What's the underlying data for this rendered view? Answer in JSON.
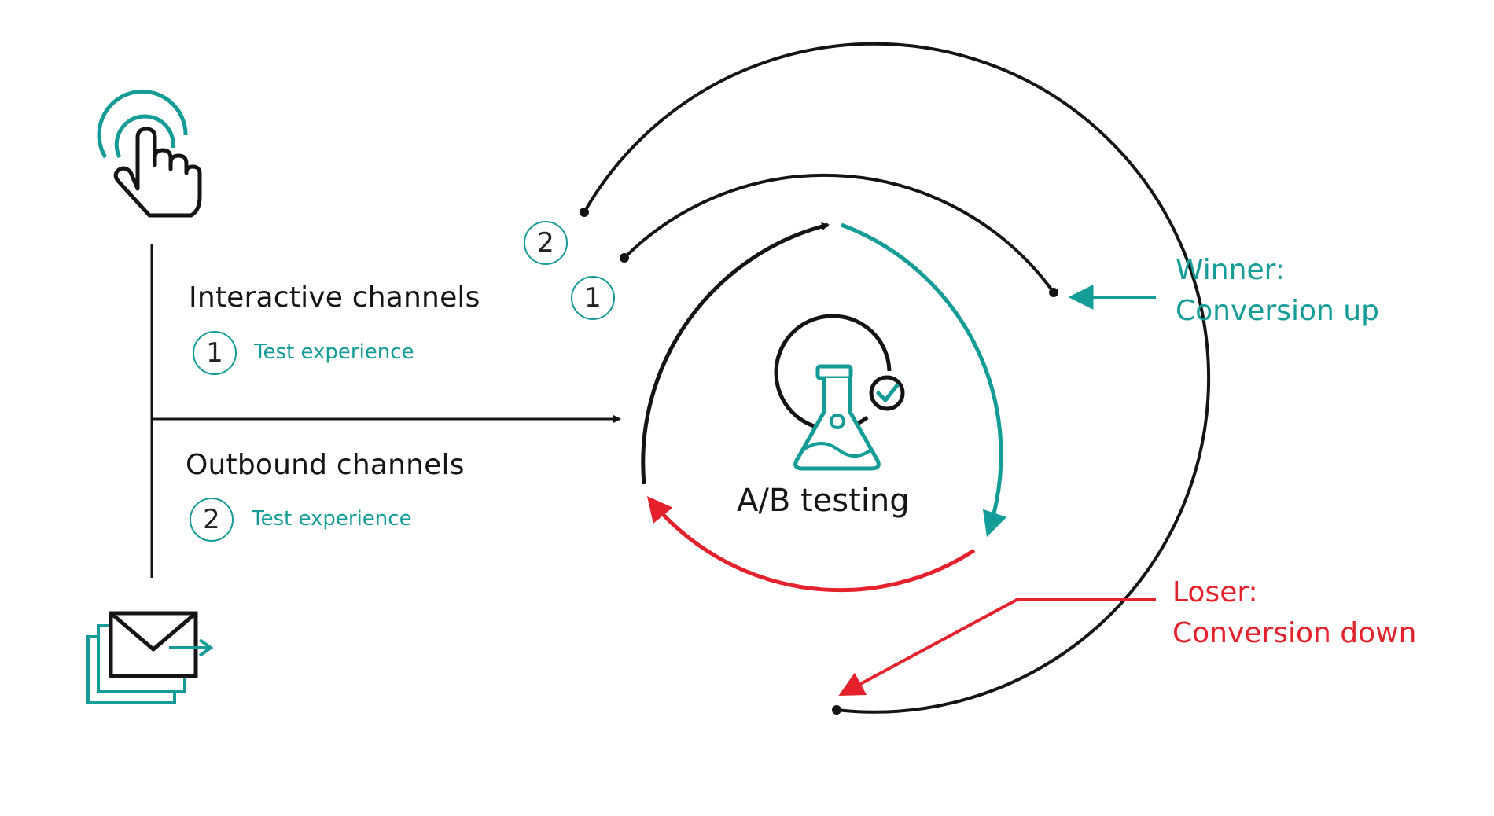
{
  "left": {
    "interactive": {
      "title": "Interactive channels",
      "step": "1",
      "label": "Test experience"
    },
    "outbound": {
      "title": "Outbound channels",
      "step": "2",
      "label": "Test experience"
    }
  },
  "center": {
    "title": "A/B testing"
  },
  "ring_badges": [
    "2",
    "1"
  ],
  "outcomes": {
    "winner": {
      "line1": "Winner:",
      "line2": "Conversion up"
    },
    "loser": {
      "line1": "Loser:",
      "line2": "Conversion down"
    }
  },
  "colors": {
    "teal": "#149c98",
    "red": "#e5222b",
    "dark": "#141414"
  },
  "icons": [
    "tap-hand-icon",
    "email-send-icon",
    "flask-check-icon"
  ]
}
